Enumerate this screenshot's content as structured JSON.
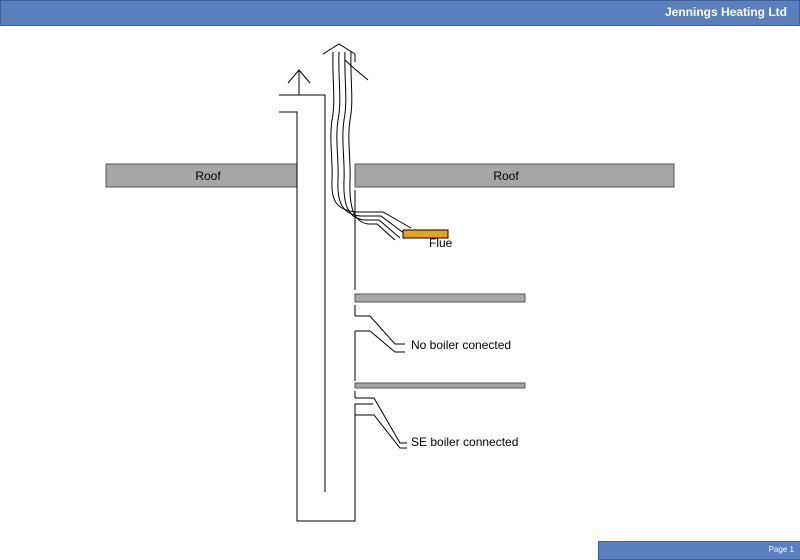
{
  "header": {
    "title": "Jennings Heating Ltd"
  },
  "footer": {
    "page_label": "Page 1"
  },
  "diagram": {
    "roof_left_label": "Roof",
    "roof_right_label": "Roof",
    "flue_label": "Flue",
    "no_boiler_label": "No boiler conected",
    "se_boiler_label": "SE boiler connected",
    "colors": {
      "roof": "#a6a6a6",
      "flue": "#e6a318",
      "line": "#000000"
    }
  }
}
